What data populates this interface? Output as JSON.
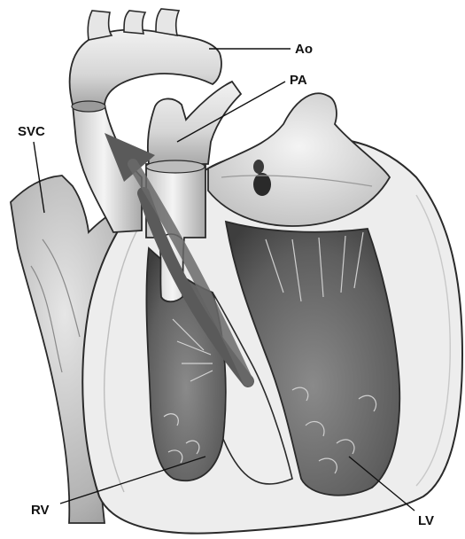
{
  "labels": {
    "ao": "Ao",
    "pa": "PA",
    "svc": "SVC",
    "rv": "RV",
    "lv": "LV"
  },
  "colors": {
    "outline": "#2a2a2a",
    "wall": "#eeeeee",
    "chamber": "#6a6a6a",
    "vessel": "#dcdcdc",
    "shadow": "#9a9a9a"
  }
}
